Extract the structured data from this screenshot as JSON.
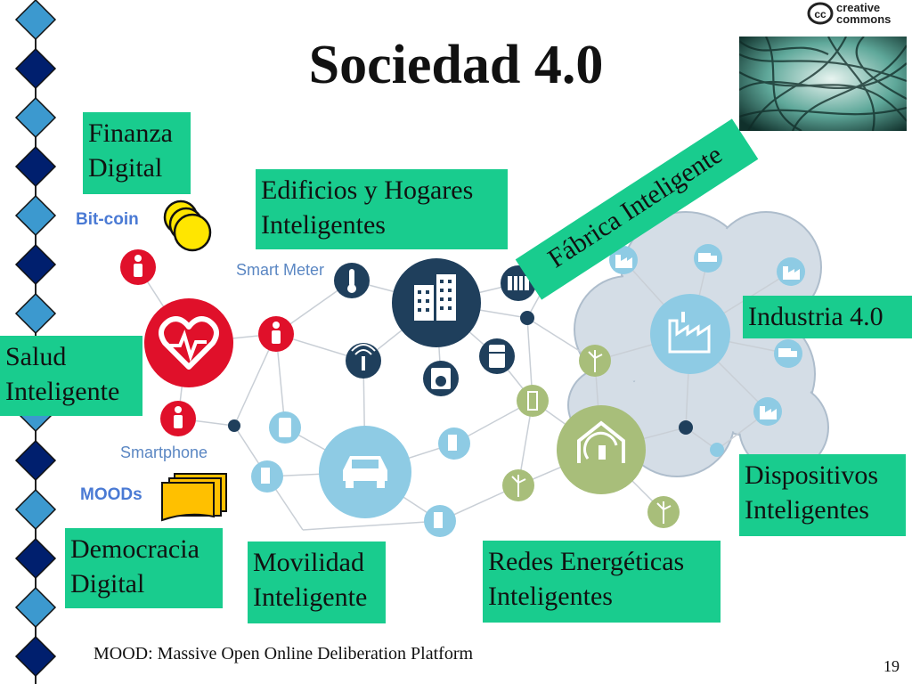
{
  "title": "Sociedad 4.0",
  "logo": {
    "text_top": "creative",
    "text_bottom": "commons",
    "mark": "cc"
  },
  "boxes": {
    "finanza": [
      "Finanza",
      "Digital"
    ],
    "edificios": [
      "Edificios y Hogares",
      "Inteligentes"
    ],
    "fabrica": "Fábrica Inteligente",
    "industria": "Industria 4.0",
    "salud": [
      "Salud",
      "Inteligente"
    ],
    "dispositivos": [
      "Dispositivos",
      "Inteligentes"
    ],
    "democracia": [
      "Democracia",
      "Digital"
    ],
    "movilidad": [
      "Movilidad",
      "Inteligente"
    ],
    "redes": [
      "Redes Energéticas",
      "Inteligentes"
    ]
  },
  "tags": {
    "bitcoin": "Bit-coin",
    "moods": "MOODs"
  },
  "diagram_labels": {
    "smart_meter": "Smart Meter",
    "smartphone": "Smartphone"
  },
  "footnote": "MOOD: Massive Open Online Deliberation Platform",
  "page_number": "19",
  "colors": {
    "box_green": "#19cc8e",
    "hub_navy": "#1f3f5c",
    "health_red": "#e0102a",
    "mobility_blue": "#8ecbe4",
    "energy_green": "#a8be7a",
    "cloud": "#d4dde6"
  }
}
